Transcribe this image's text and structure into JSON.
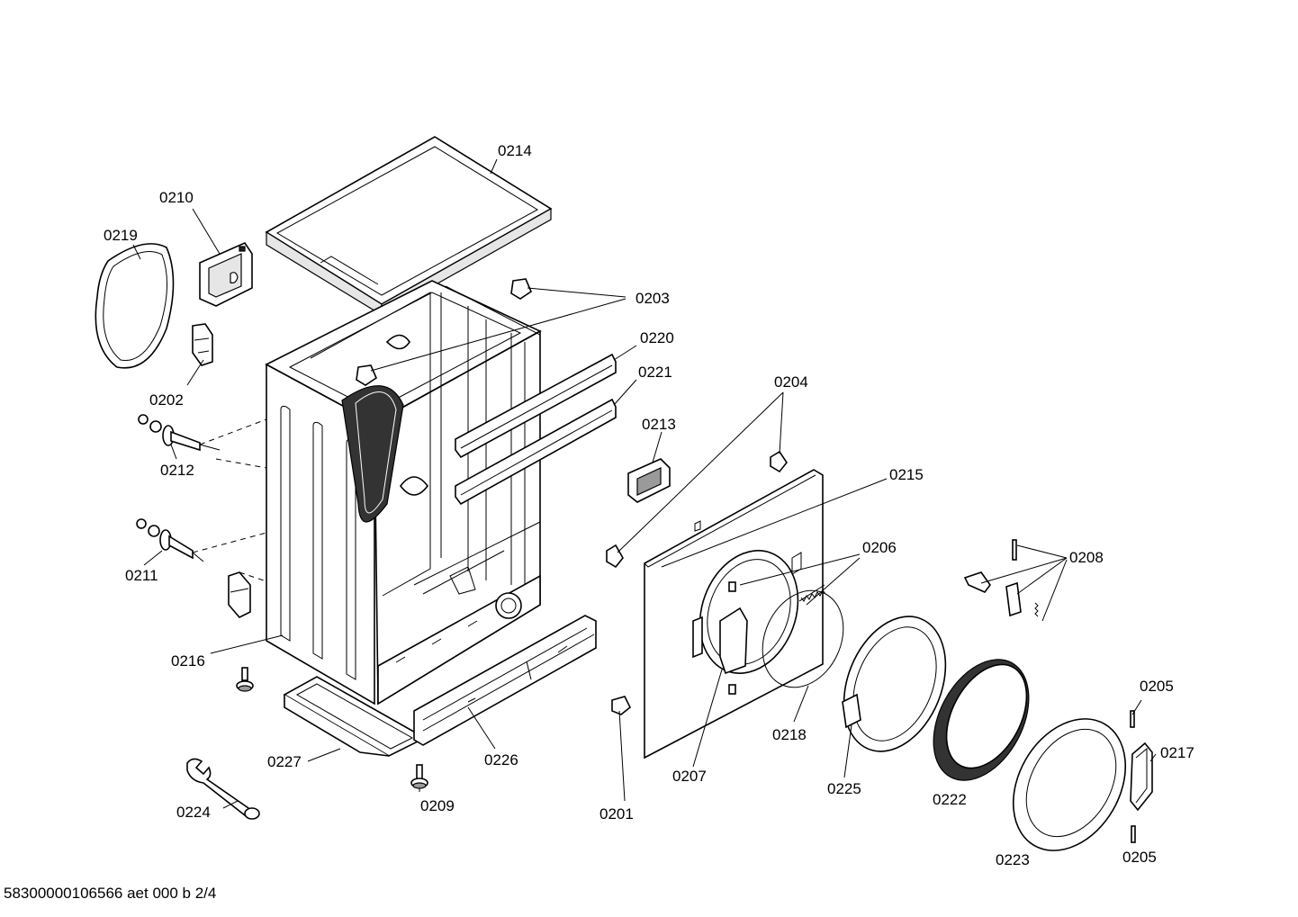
{
  "parts": {
    "p0201": "0201",
    "p0202": "0202",
    "p0203": "0203",
    "p0204": "0204",
    "p0205a": "0205",
    "p0205b": "0205",
    "p0206": "0206",
    "p0207": "0207",
    "p0208": "0208",
    "p0209": "0209",
    "p0210": "0210",
    "p0211": "0211",
    "p0212": "0212",
    "p0213": "0213",
    "p0214": "0214",
    "p0215": "0215",
    "p0216": "0216",
    "p0217": "0217",
    "p0218": "0218",
    "p0219": "0219",
    "p0220": "0220",
    "p0221": "0221",
    "p0222": "0222",
    "p0223": "0223",
    "p0224": "0224",
    "p0225": "0225",
    "p0226": "0226",
    "p0227": "0227"
  },
  "footer": "58300000106566 aet 000 b 2/4"
}
